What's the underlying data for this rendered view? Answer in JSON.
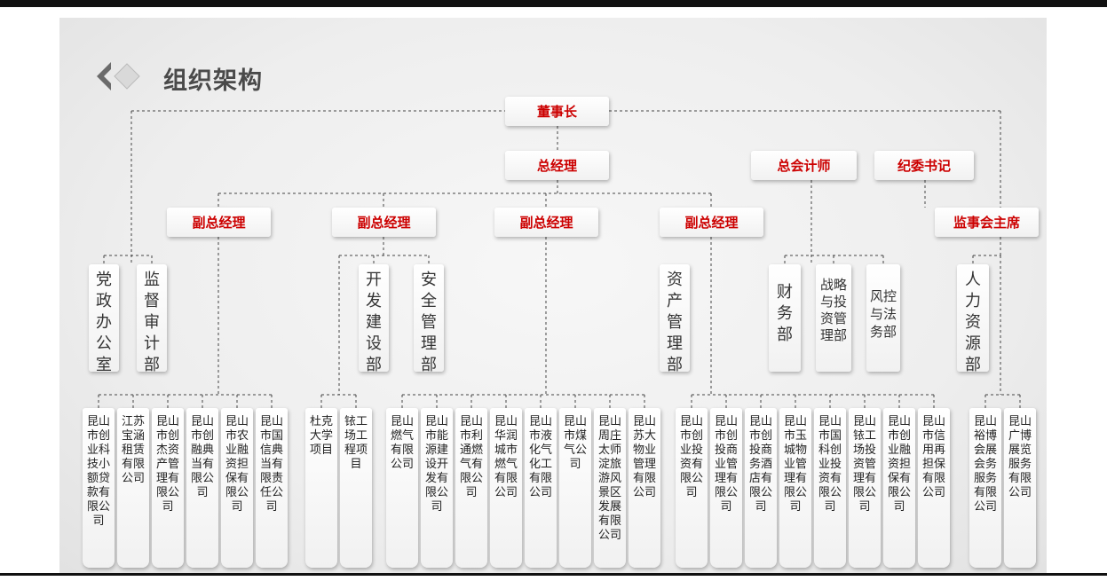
{
  "title": "组织架构",
  "top": {
    "chairman": "董事长",
    "general_manager": "总经理",
    "chief_accountant": "总会计师",
    "discipline_secretary": "纪委书记"
  },
  "level2": [
    "副总经理",
    "副总经理",
    "副总经理",
    "副总经理",
    "监事会主席"
  ],
  "departments": [
    "党政办公室",
    "监督审计部",
    "开发建设部",
    "安全管理部",
    "资产管理部",
    "财务部",
    "战略与投资管理部",
    "风控与法务部",
    "人力资源部"
  ],
  "companies": [
    "昆山市创业科技小额贷款有限公司",
    "江苏宝涵租赁有限公司",
    "昆山市创杰资产管理有限公司",
    "昆山市创融典当有限公司",
    "昆山市农业融资担保有限公司",
    "昆山市国信典当有限责任公司",
    "杜克大学项目",
    "铱工场工程项目",
    "昆山燃气有限公司",
    "昆山市能源建设开发有限公司",
    "昆山市利通燃气有限公司",
    "昆山华润城市燃气有限公司",
    "昆山市液化气化工有限公司",
    "昆山市煤气公司",
    "昆山周庄太师淀旅游风景区发展有限公司",
    "昆山苏大物业管理有限公司",
    "昆山市创业投资有限公司",
    "昆山市创投商业管理有限公司",
    "昆山市创投商务酒店有限公司",
    "昆山市玉城物业管理有限公司",
    "昆山市国科创业投资有限公司",
    "昆山铱工场投资管理有限公司",
    "昆山市创业融资担保有限公司",
    "昆山市信用再担保有限公司",
    "昆山裕博会展会务服务有限公司",
    "昆山广博展览服务有限公司"
  ],
  "colors": {
    "accent_red": "#cc0000",
    "line": "#444444",
    "title": "#4a4a4a"
  }
}
